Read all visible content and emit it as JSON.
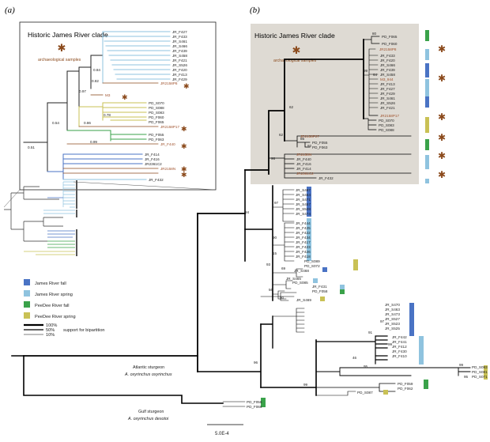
{
  "panels": {
    "a": "(a)",
    "b": "(b)"
  },
  "clade_title": "Historic James River clade",
  "archaeological_label": "archaeological samples",
  "legend": {
    "items": [
      {
        "label": "James River fall",
        "color": "#4a73c4"
      },
      {
        "label": "James River spring",
        "color": "#8fc3df"
      },
      {
        "label": "PeeDee River fall",
        "color": "#3aa24a"
      },
      {
        "label": "PeeDee River spring",
        "color": "#c9c155"
      }
    ],
    "support": [
      "100%",
      "50%",
      "10%"
    ],
    "support_caption": "support for bipartition"
  },
  "species": {
    "atlantic_common": "Atlantic sturgeon",
    "atlantic_latin": "A. oxyrinchus oxyrinchus",
    "gulf_common": "Gulf sturgeon",
    "gulf_latin": "A. oxyrinchus desotoi"
  },
  "scale_bar": "5.0E-4",
  "inset": {
    "tips": [
      "JR_F427",
      "JR_F433",
      "JR_S461",
      "JR_S466",
      "JR_F439",
      "JR_S458",
      "JR_F421",
      "JR_S526",
      "JR_F420",
      "JR_F413",
      "JR_F429",
      "JR2158P8",
      "M3",
      "PD_S070",
      "PD_S088",
      "PD_S083",
      "PD_F060",
      "PD_F065",
      "JR2158P17",
      "PD_F055",
      "PD_F063",
      "JR_F440",
      "JR_F414",
      "JR_F416",
      "JR2361C2",
      "JR2158N",
      "JR_F432"
    ],
    "supports": [
      "0.84",
      "0.82",
      "0.97",
      "0.78",
      "0.86",
      "0.54",
      "0.99",
      "0.51"
    ]
  },
  "tree_b": {
    "clade_tips": [
      "PD_F065",
      "PD_F060",
      "JR2158P8",
      "JR_F433",
      "JR_F420",
      "JR_S466",
      "JR_F439",
      "JR_S458",
      "M3_944",
      "JR_F413",
      "JR_F427",
      "JR_F429",
      "JR_S461",
      "JR_S526",
      "JR_F421",
      "JR2158P17",
      "PD_S070",
      "PD_S083",
      "PD_S088",
      "JR2158P27",
      "PD_F055",
      "PD_F063",
      "JR2158N",
      "JR_F440",
      "JR_F416",
      "JR_F414",
      "JR2361C2",
      "JR_F432"
    ],
    "spring_tips": [
      "JR_S467",
      "JR_S464",
      "JR_S471",
      "JR_S457",
      "JR_S528",
      "JR_S474",
      "JR_F444",
      "JR_F425",
      "JR_F422",
      "JR_F434",
      "JR_F417",
      "JR_F423",
      "JR_F426",
      "JR_F418",
      "PD_S089",
      "PD_S072",
      "JR_S468",
      "JR_S465",
      "PD_S085",
      "JR_F431",
      "PD_F058",
      "JR_S469"
    ],
    "fall_tips": [
      "JR_S470",
      "JR_S463",
      "JR_S473",
      "JR_S527",
      "JR_S523",
      "JR_S525",
      "JR_F442",
      "JR_F441",
      "JR_F412",
      "JR_F430",
      "JR_F410",
      "PD_S093",
      "PD_S081",
      "PD_S071",
      "PD_F059",
      "PD_F062",
      "PD_S087",
      "PD_F056",
      "PD_F066"
    ],
    "supports": [
      "80",
      "64",
      "99",
      "62",
      "62",
      "85",
      "92",
      "96",
      "94",
      "97",
      "90",
      "15",
      "93",
      "69",
      "56",
      "90",
      "96",
      "97",
      "91",
      "99",
      "46",
      "95",
      "99",
      "99",
      "95"
    ]
  }
}
